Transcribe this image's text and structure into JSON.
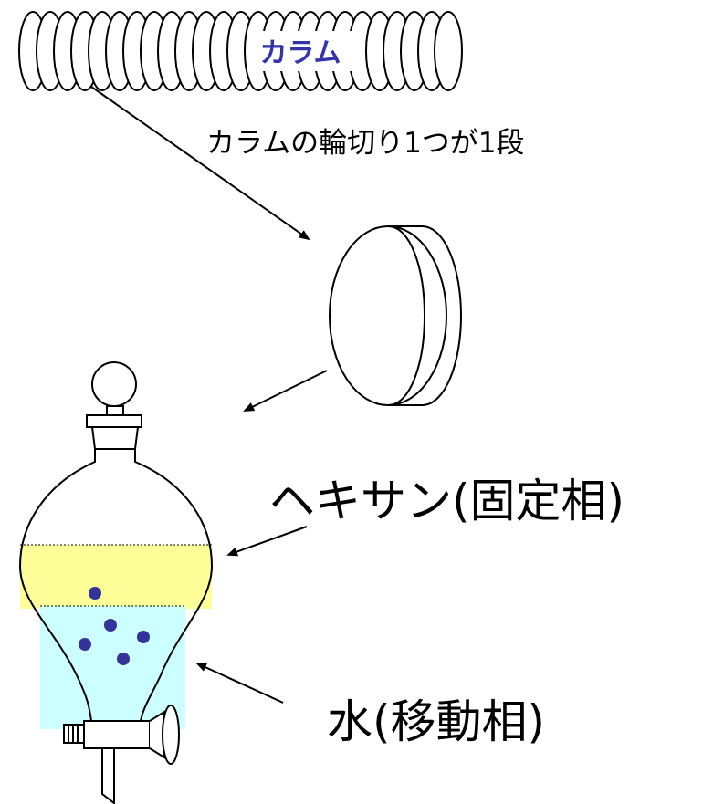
{
  "column": {
    "label": "カラム",
    "label_color": "#3333aa"
  },
  "caption": "カラムの輪切り1つが1段",
  "stationary_phase": {
    "label": "ヘキサン(固定相)",
    "color": "#ffff99"
  },
  "mobile_phase": {
    "label": "水(移動相)",
    "color": "#ccffff"
  },
  "solute_dot_color": "#333399"
}
